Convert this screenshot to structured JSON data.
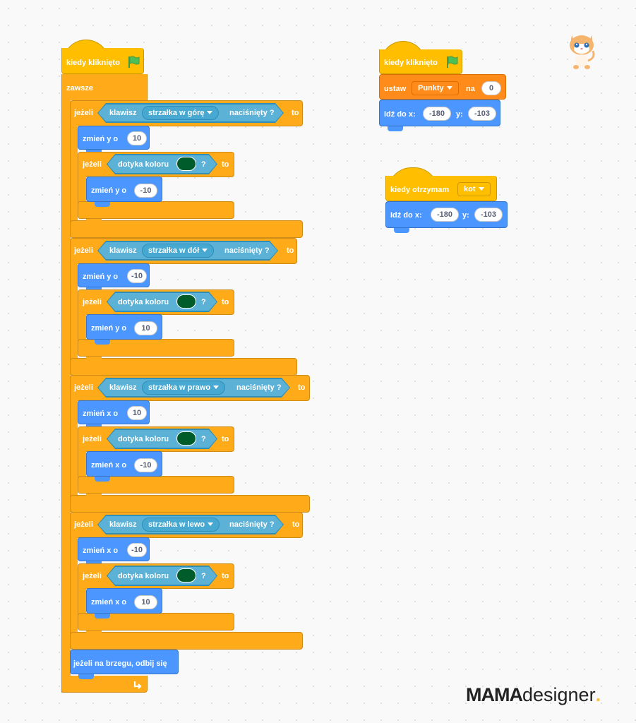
{
  "script_main": {
    "hat_label": "kiedy kliknięto",
    "forever_label": "zawsze",
    "branches": [
      {
        "if_label": "jeżeli",
        "key_label": "klawisz",
        "key_dropdown": "strzałka w górę",
        "pressed_label": "naciśnięty ?",
        "then_label": "to",
        "change_label": "zmień y o",
        "change_value": "10",
        "inner_if_label": "jeżeli",
        "touch_label": "dotyka koloru",
        "touch_q": "?",
        "inner_then_label": "to",
        "inner_change_label": "zmień y o",
        "inner_change_value": "-10"
      },
      {
        "if_label": "jeżeli",
        "key_label": "klawisz",
        "key_dropdown": "strzałka w dół",
        "pressed_label": "naciśnięty ?",
        "then_label": "to",
        "change_label": "zmień y o",
        "change_value": "-10",
        "inner_if_label": "jeżeli",
        "touch_label": "dotyka koloru",
        "touch_q": "?",
        "inner_then_label": "to",
        "inner_change_label": "zmień y o",
        "inner_change_value": "10"
      },
      {
        "if_label": "jeżeli",
        "key_label": "klawisz",
        "key_dropdown": "strzałka w prawo",
        "pressed_label": "naciśnięty ?",
        "then_label": "to",
        "change_label": "zmień x o",
        "change_value": "10",
        "inner_if_label": "jeżeli",
        "touch_label": "dotyka koloru",
        "touch_q": "?",
        "inner_then_label": "to",
        "inner_change_label": "zmień x o",
        "inner_change_value": "-10"
      },
      {
        "if_label": "jeżeli",
        "key_label": "klawisz",
        "key_dropdown": "strzałka w lewo",
        "pressed_label": "naciśnięty ?",
        "then_label": "to",
        "change_label": "zmień x o",
        "change_value": "-10",
        "inner_if_label": "jeżeli",
        "touch_label": "dotyka koloru",
        "touch_q": "?",
        "inner_then_label": "to",
        "inner_change_label": "zmień x o",
        "inner_change_value": "10"
      }
    ],
    "bounce_label": "jeżeli na brzegu, odbij się"
  },
  "script_start": {
    "hat_label": "kiedy kliknięto",
    "set_label": "ustaw",
    "set_var": "Punkty",
    "set_to_label": "na",
    "set_value": "0",
    "goto_label": "Idź do x:",
    "goto_x": "-180",
    "goto_y_label": "y:",
    "goto_y": "-103"
  },
  "script_receive": {
    "hat_label": "kiedy otrzymam",
    "message": "kot",
    "goto_label": "Idź do x:",
    "goto_x": "-180",
    "goto_y_label": "y:",
    "goto_y": "-103"
  },
  "brand": {
    "bold": "MAMA",
    "light": "designer",
    "dot": "."
  },
  "colors": {
    "control": "#ffab19",
    "events": "#ffbf00",
    "motion": "#4c97ff",
    "sensing": "#5cb1d6",
    "variables": "#ff8c1a",
    "touch_color": "#005c2b"
  },
  "icons": [
    "green-flag-icon",
    "dropdown-caret-icon",
    "loop-arrow-icon",
    "sprite-cat-icon"
  ]
}
